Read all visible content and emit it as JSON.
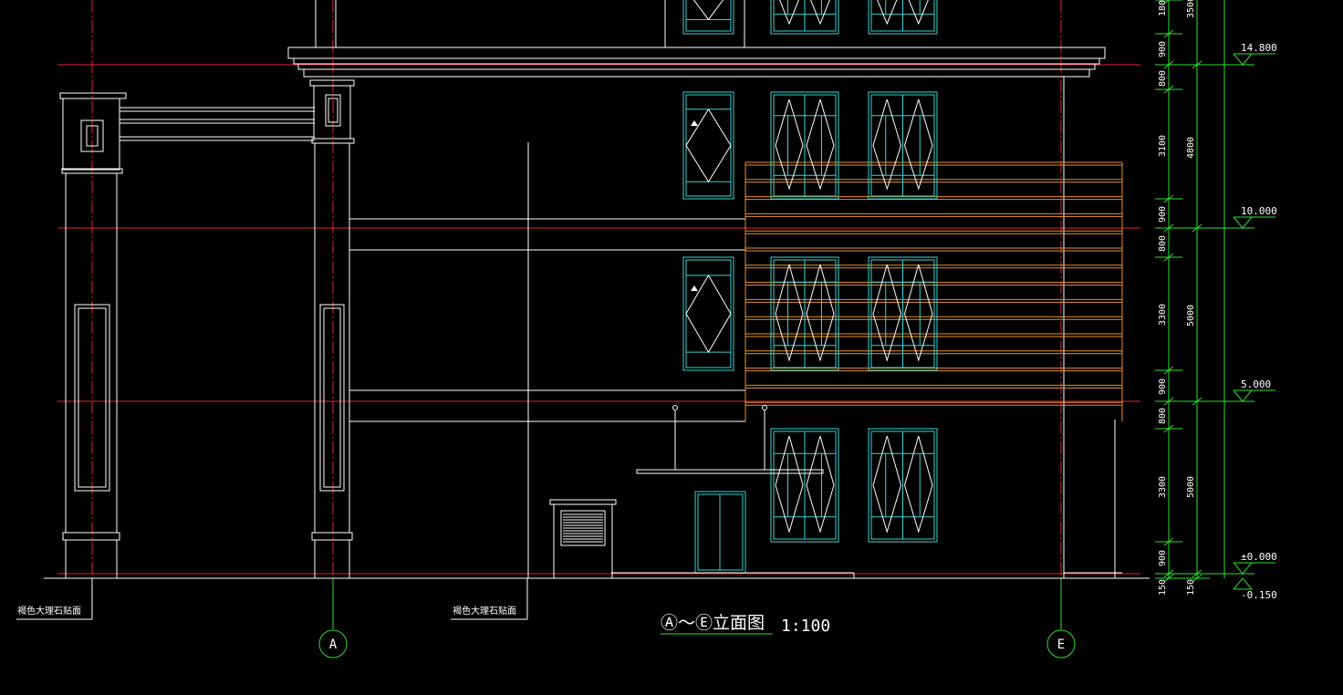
{
  "drawing": {
    "title": "Ⓐ～Ⓔ立面图",
    "scale": "1:100",
    "note_left": "褐色大理石贴面",
    "note_mid": "褐色大理石贴面"
  },
  "axes": [
    {
      "id": "axis-a",
      "label": "A"
    },
    {
      "id": "axis-e",
      "label": "E"
    }
  ],
  "levels": [
    {
      "id": "level-14800",
      "label": "14.800"
    },
    {
      "id": "level-10000",
      "label": "10.000"
    },
    {
      "id": "level-5000",
      "label": "5.000"
    },
    {
      "id": "level-0",
      "label": "±0.000"
    },
    {
      "id": "level-m150",
      "label": "-0.150"
    }
  ],
  "dims_inner": [
    "3500",
    "1800",
    "900",
    "900",
    "800",
    "3100",
    "900",
    "800",
    "3300",
    "900",
    "800",
    "3300",
    "900",
    "150"
  ],
  "dims_outer": [
    "3500",
    "4800",
    "5000",
    "5000",
    "150"
  ],
  "colors": {
    "background": "#000000",
    "lines": "#ffffff",
    "windows": "#38d3d3",
    "dimensions": "#2fe02f",
    "cladding": "#e8902f",
    "gridlines": "#e8222a"
  }
}
